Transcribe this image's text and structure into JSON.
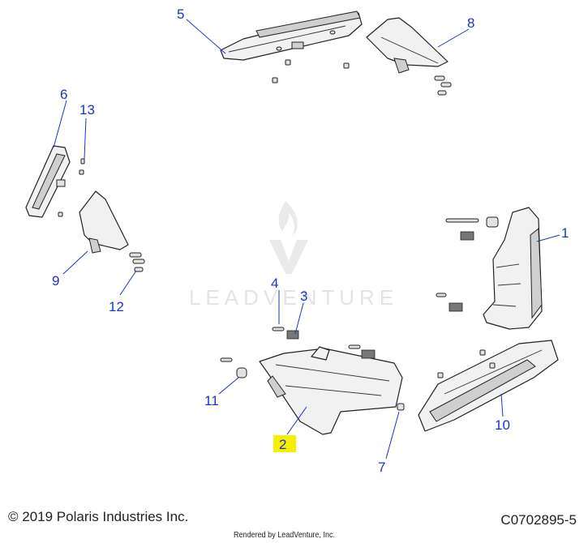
{
  "watermark": {
    "text": "LEADVENTURE"
  },
  "callouts": [
    {
      "id": "1",
      "label": "1",
      "highlighted": false
    },
    {
      "id": "2",
      "label": "2",
      "highlighted": true
    },
    {
      "id": "3",
      "label": "3",
      "highlighted": false
    },
    {
      "id": "4",
      "label": "4",
      "highlighted": false
    },
    {
      "id": "5",
      "label": "5",
      "highlighted": false
    },
    {
      "id": "6",
      "label": "6",
      "highlighted": false
    },
    {
      "id": "7",
      "label": "7",
      "highlighted": false
    },
    {
      "id": "8",
      "label": "8",
      "highlighted": false
    },
    {
      "id": "9",
      "label": "9",
      "highlighted": false
    },
    {
      "id": "10",
      "label": "10",
      "highlighted": false
    },
    {
      "id": "11",
      "label": "11",
      "highlighted": false
    },
    {
      "id": "12",
      "label": "12",
      "highlighted": false
    },
    {
      "id": "13",
      "label": "13",
      "highlighted": false
    }
  ],
  "footer": {
    "copyright": "© 2019 Polaris Industries Inc.",
    "rendered_by": "Rendered by LeadVenture, Inc.",
    "diagram_code": "C0702895-5"
  },
  "colors": {
    "callout": "#1a33cc",
    "highlight": "#f4f000",
    "watermark": "#e4e4e4"
  }
}
